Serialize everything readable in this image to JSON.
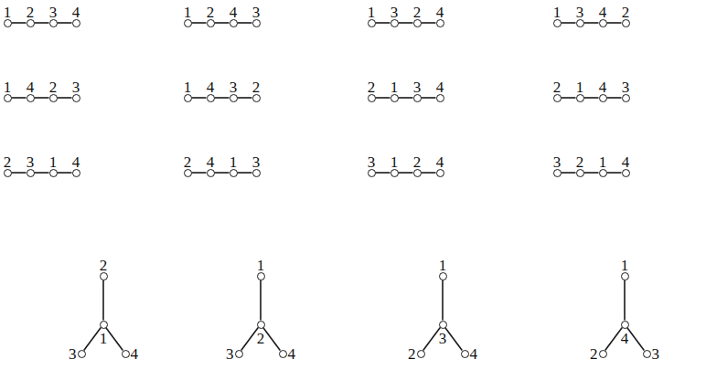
{
  "diagram": {
    "nodes": [
      {
        "text": [
          "1"
        ]
      },
      {
        "text": [
          "2"
        ]
      },
      {
        "text": [
          "3"
        ]
      },
      {
        "text": [
          "4"
        ]
      },
      {
        "text": [
          "1"
        ]
      },
      {
        "text": [
          "2"
        ]
      },
      {
        "text": [
          "4"
        ]
      },
      {
        "text": [
          "3"
        ]
      },
      {
        "text": [
          "1"
        ]
      },
      {
        "text": [
          "3"
        ]
      },
      {
        "text": [
          "2"
        ]
      },
      {
        "text": [
          "4"
        ]
      },
      {
        "text": [
          "1"
        ]
      },
      {
        "text": [
          "3"
        ]
      },
      {
        "text": [
          "4"
        ]
      },
      {
        "text": [
          "2"
        ]
      },
      {
        "text": [
          "1"
        ]
      },
      {
        "text": [
          "4"
        ]
      },
      {
        "text": [
          "2"
        ]
      },
      {
        "text": [
          "3"
        ]
      },
      {
        "text": [
          "1"
        ]
      },
      {
        "text": [
          "4"
        ]
      },
      {
        "text": [
          "3"
        ]
      },
      {
        "text": [
          "2"
        ]
      },
      {
        "text": [
          "2"
        ]
      },
      {
        "text": [
          "1"
        ]
      },
      {
        "text": [
          "3"
        ]
      },
      {
        "text": [
          "4"
        ]
      },
      {
        "text": [
          "2"
        ]
      },
      {
        "text": [
          "1"
        ]
      },
      {
        "text": [
          "4"
        ]
      },
      {
        "text": [
          "3"
        ]
      },
      {
        "text": [
          "2"
        ]
      },
      {
        "text": [
          "3"
        ]
      },
      {
        "text": [
          "1"
        ]
      },
      {
        "text": [
          "4"
        ]
      },
      {
        "text": [
          "2"
        ]
      },
      {
        "text": [
          "4"
        ]
      },
      {
        "text": [
          "1"
        ]
      },
      {
        "text": [
          "3"
        ]
      },
      {
        "text": [
          "3"
        ]
      },
      {
        "text": [
          "1"
        ]
      },
      {
        "text": [
          "2"
        ]
      },
      {
        "text": [
          "4"
        ]
      },
      {
        "text": [
          "3"
        ]
      },
      {
        "text": [
          "2"
        ]
      },
      {
        "text": [
          "1"
        ]
      },
      {
        "text": [
          "4"
        ]
      },
      {
        "text": [
          "2"
        ]
      },
      {
        "text": [
          "1"
        ]
      },
      {
        "text": [
          "3"
        ]
      },
      {
        "text": [
          "4"
        ]
      },
      {
        "text": [
          "1"
        ]
      },
      {
        "text": [
          "2"
        ]
      },
      {
        "text": [
          "3"
        ]
      },
      {
        "text": [
          "4"
        ]
      },
      {
        "text": [
          "1"
        ]
      },
      {
        "text": [
          "3"
        ]
      },
      {
        "text": [
          "2"
        ]
      },
      {
        "text": [
          "4"
        ]
      },
      {
        "text": [
          "1"
        ]
      },
      {
        "text": [
          "4"
        ]
      },
      {
        "text": [
          "2"
        ]
      },
      {
        "text": [
          "3"
        ]
      }
    ],
    "edges": [
      {
        "from": 0,
        "to": 1,
        "arrow": "none"
      },
      {
        "from": 1,
        "to": 2,
        "arrow": "none"
      },
      {
        "from": 2,
        "to": 3,
        "arrow": "none"
      },
      {
        "from": 4,
        "to": 5,
        "arrow": "none"
      },
      {
        "from": 5,
        "to": 6,
        "arrow": "none"
      },
      {
        "from": 6,
        "to": 7,
        "arrow": "none"
      },
      {
        "from": 8,
        "to": 9,
        "arrow": "none"
      },
      {
        "from": 9,
        "to": 10,
        "arrow": "none"
      },
      {
        "from": 10,
        "to": 11,
        "arrow": "none"
      },
      {
        "from": 12,
        "to": 13,
        "arrow": "none"
      },
      {
        "from": 13,
        "to": 14,
        "arrow": "none"
      },
      {
        "from": 14,
        "to": 15,
        "arrow": "none"
      },
      {
        "from": 16,
        "to": 17,
        "arrow": "none"
      },
      {
        "from": 17,
        "to": 18,
        "arrow": "none"
      },
      {
        "from": 18,
        "to": 19,
        "arrow": "none"
      },
      {
        "from": 20,
        "to": 21,
        "arrow": "none"
      },
      {
        "from": 21,
        "to": 22,
        "arrow": "none"
      },
      {
        "from": 22,
        "to": 23,
        "arrow": "none"
      },
      {
        "from": 24,
        "to": 25,
        "arrow": "none"
      },
      {
        "from": 25,
        "to": 26,
        "arrow": "none"
      },
      {
        "from": 26,
        "to": 27,
        "arrow": "none"
      },
      {
        "from": 28,
        "to": 29,
        "arrow": "none"
      },
      {
        "from": 29,
        "to": 30,
        "arrow": "none"
      },
      {
        "from": 30,
        "to": 31,
        "arrow": "none"
      },
      {
        "from": 32,
        "to": 33,
        "arrow": "none"
      },
      {
        "from": 33,
        "to": 34,
        "arrow": "none"
      },
      {
        "from": 34,
        "to": 35,
        "arrow": "none"
      },
      {
        "from": 36,
        "to": 37,
        "arrow": "none"
      },
      {
        "from": 37,
        "to": 38,
        "arrow": "none"
      },
      {
        "from": 38,
        "to": 39,
        "arrow": "none"
      },
      {
        "from": 40,
        "to": 41,
        "arrow": "none"
      },
      {
        "from": 41,
        "to": 42,
        "arrow": "none"
      },
      {
        "from": 42,
        "to": 43,
        "arrow": "none"
      },
      {
        "from": 44,
        "to": 45,
        "arrow": "none"
      },
      {
        "from": 45,
        "to": 46,
        "arrow": "none"
      },
      {
        "from": 46,
        "to": 47,
        "arrow": "none"
      },
      {
        "from": 49,
        "to": 48,
        "arrow": "none"
      },
      {
        "from": 49,
        "to": 50,
        "arrow": "none"
      },
      {
        "from": 49,
        "to": 51,
        "arrow": "none"
      },
      {
        "from": 53,
        "to": 52,
        "arrow": "none"
      },
      {
        "from": 53,
        "to": 54,
        "arrow": "none"
      },
      {
        "from": 53,
        "to": 55,
        "arrow": "none"
      },
      {
        "from": 57,
        "to": 56,
        "arrow": "none"
      },
      {
        "from": 57,
        "to": 58,
        "arrow": "none"
      },
      {
        "from": 57,
        "to": 59,
        "arrow": "none"
      },
      {
        "from": 61,
        "to": 60,
        "arrow": "none"
      },
      {
        "from": 61,
        "to": 62,
        "arrow": "none"
      },
      {
        "from": 61,
        "to": 63,
        "arrow": "none"
      }
    ]
  }
}
